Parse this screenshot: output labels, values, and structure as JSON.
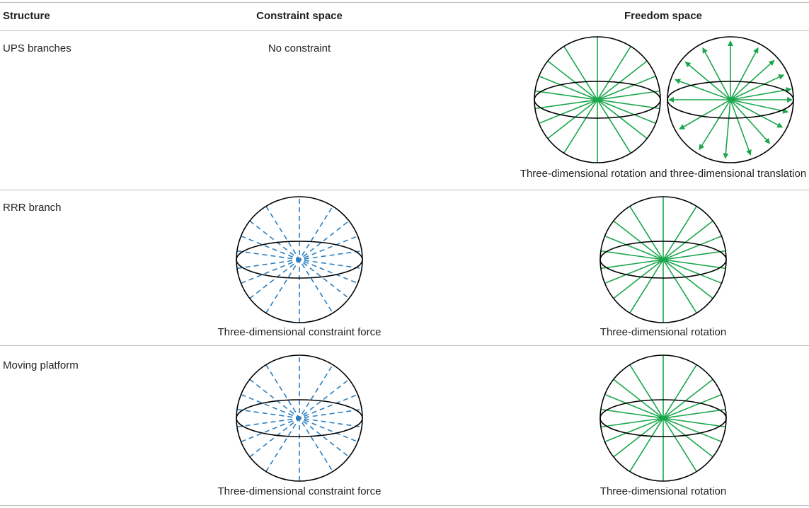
{
  "table": {
    "headers": {
      "structure": "Structure",
      "constraint": "Constraint space",
      "freedom": "Freedom space"
    },
    "rows": [
      {
        "structure": "UPS branches",
        "constraint_text": "No constraint",
        "freedom_caption": "Three-dimensional rotation and three-dimensional translation"
      },
      {
        "structure": "RRR branch",
        "constraint_caption": "Three-dimensional constraint force",
        "freedom_caption": "Three-dimensional rotation"
      },
      {
        "structure": "Moving platform",
        "constraint_caption": "Three-dimensional constraint force",
        "freedom_caption": "Three-dimensional rotation"
      }
    ]
  },
  "colors": {
    "freedom_lines": "#1aa64b",
    "constraint_lines": "#2a7fc1",
    "sphere_outline": "#000000",
    "rules": "#bfbfbf"
  },
  "icons": {
    "rotation_sphere": "sphere-rotation-lines-icon",
    "translation_sphere": "sphere-translation-arrows-icon",
    "constraint_sphere": "sphere-constraint-dashed-icon"
  }
}
